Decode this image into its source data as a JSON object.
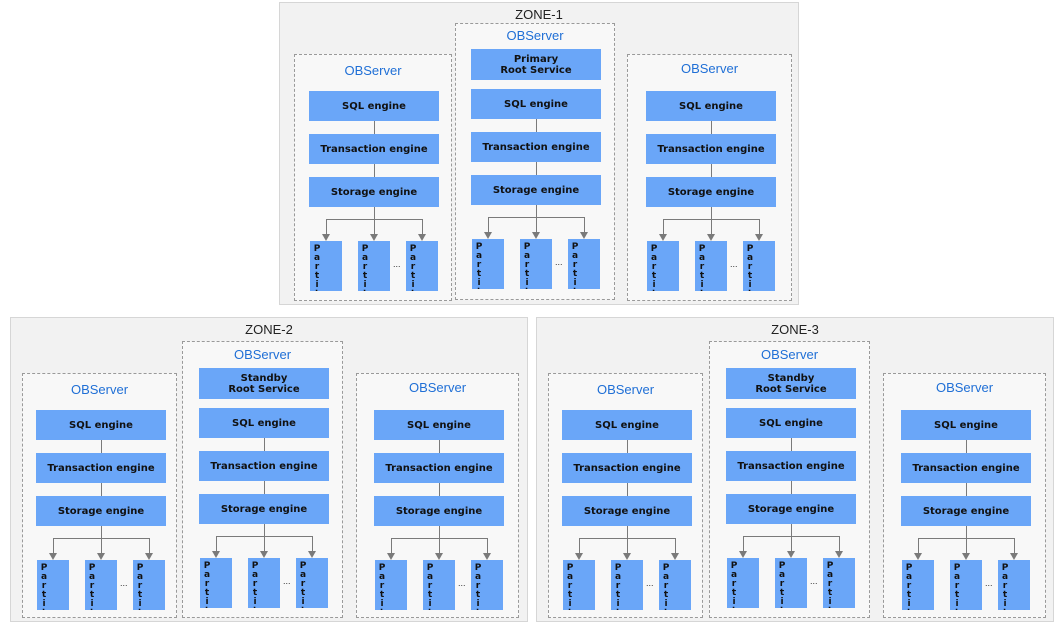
{
  "zones": [
    {
      "name": "ZONE-1",
      "servers": [
        {
          "title": "OBServer",
          "layers": [
            "SQL engine",
            "Transaction engine",
            "Storage engine"
          ],
          "partitions": [
            "Partition",
            "Partition",
            "Partition"
          ],
          "ellipsis": "..."
        },
        {
          "title": "OBServer",
          "root_service": "Primary\nRoot Service",
          "layers": [
            "SQL engine",
            "Transaction engine",
            "Storage engine"
          ],
          "partitions": [
            "Partition",
            "Partition",
            "Partition"
          ],
          "ellipsis": "..."
        },
        {
          "title": "OBServer",
          "layers": [
            "SQL engine",
            "Transaction engine",
            "Storage engine"
          ],
          "partitions": [
            "Partition",
            "Partition",
            "Partition"
          ],
          "ellipsis": "..."
        }
      ]
    },
    {
      "name": "ZONE-2",
      "servers": [
        {
          "title": "OBServer",
          "layers": [
            "SQL engine",
            "Transaction engine",
            "Storage engine"
          ],
          "partitions": [
            "Partition",
            "Partition",
            "Partition"
          ],
          "ellipsis": "..."
        },
        {
          "title": "OBServer",
          "root_service": "Standby\nRoot Service",
          "layers": [
            "SQL engine",
            "Transaction engine",
            "Storage engine"
          ],
          "partitions": [
            "Partition",
            "Partition",
            "Partition"
          ],
          "ellipsis": "..."
        },
        {
          "title": "OBServer",
          "layers": [
            "SQL engine",
            "Transaction engine",
            "Storage engine"
          ],
          "partitions": [
            "Partition",
            "Partition",
            "Partition"
          ],
          "ellipsis": "..."
        }
      ]
    },
    {
      "name": "ZONE-3",
      "servers": [
        {
          "title": "OBServer",
          "layers": [
            "SQL engine",
            "Transaction engine",
            "Storage engine"
          ],
          "partitions": [
            "Partition",
            "Partition",
            "Partition"
          ],
          "ellipsis": "..."
        },
        {
          "title": "OBServer",
          "root_service": "Standby\nRoot Service",
          "layers": [
            "SQL engine",
            "Transaction engine",
            "Storage engine"
          ],
          "partitions": [
            "Partition",
            "Partition",
            "Partition"
          ],
          "ellipsis": "..."
        },
        {
          "title": "OBServer",
          "layers": [
            "SQL engine",
            "Transaction engine",
            "Storage engine"
          ],
          "partitions": [
            "Partition",
            "Partition",
            "Partition"
          ],
          "ellipsis": "..."
        }
      ]
    }
  ]
}
